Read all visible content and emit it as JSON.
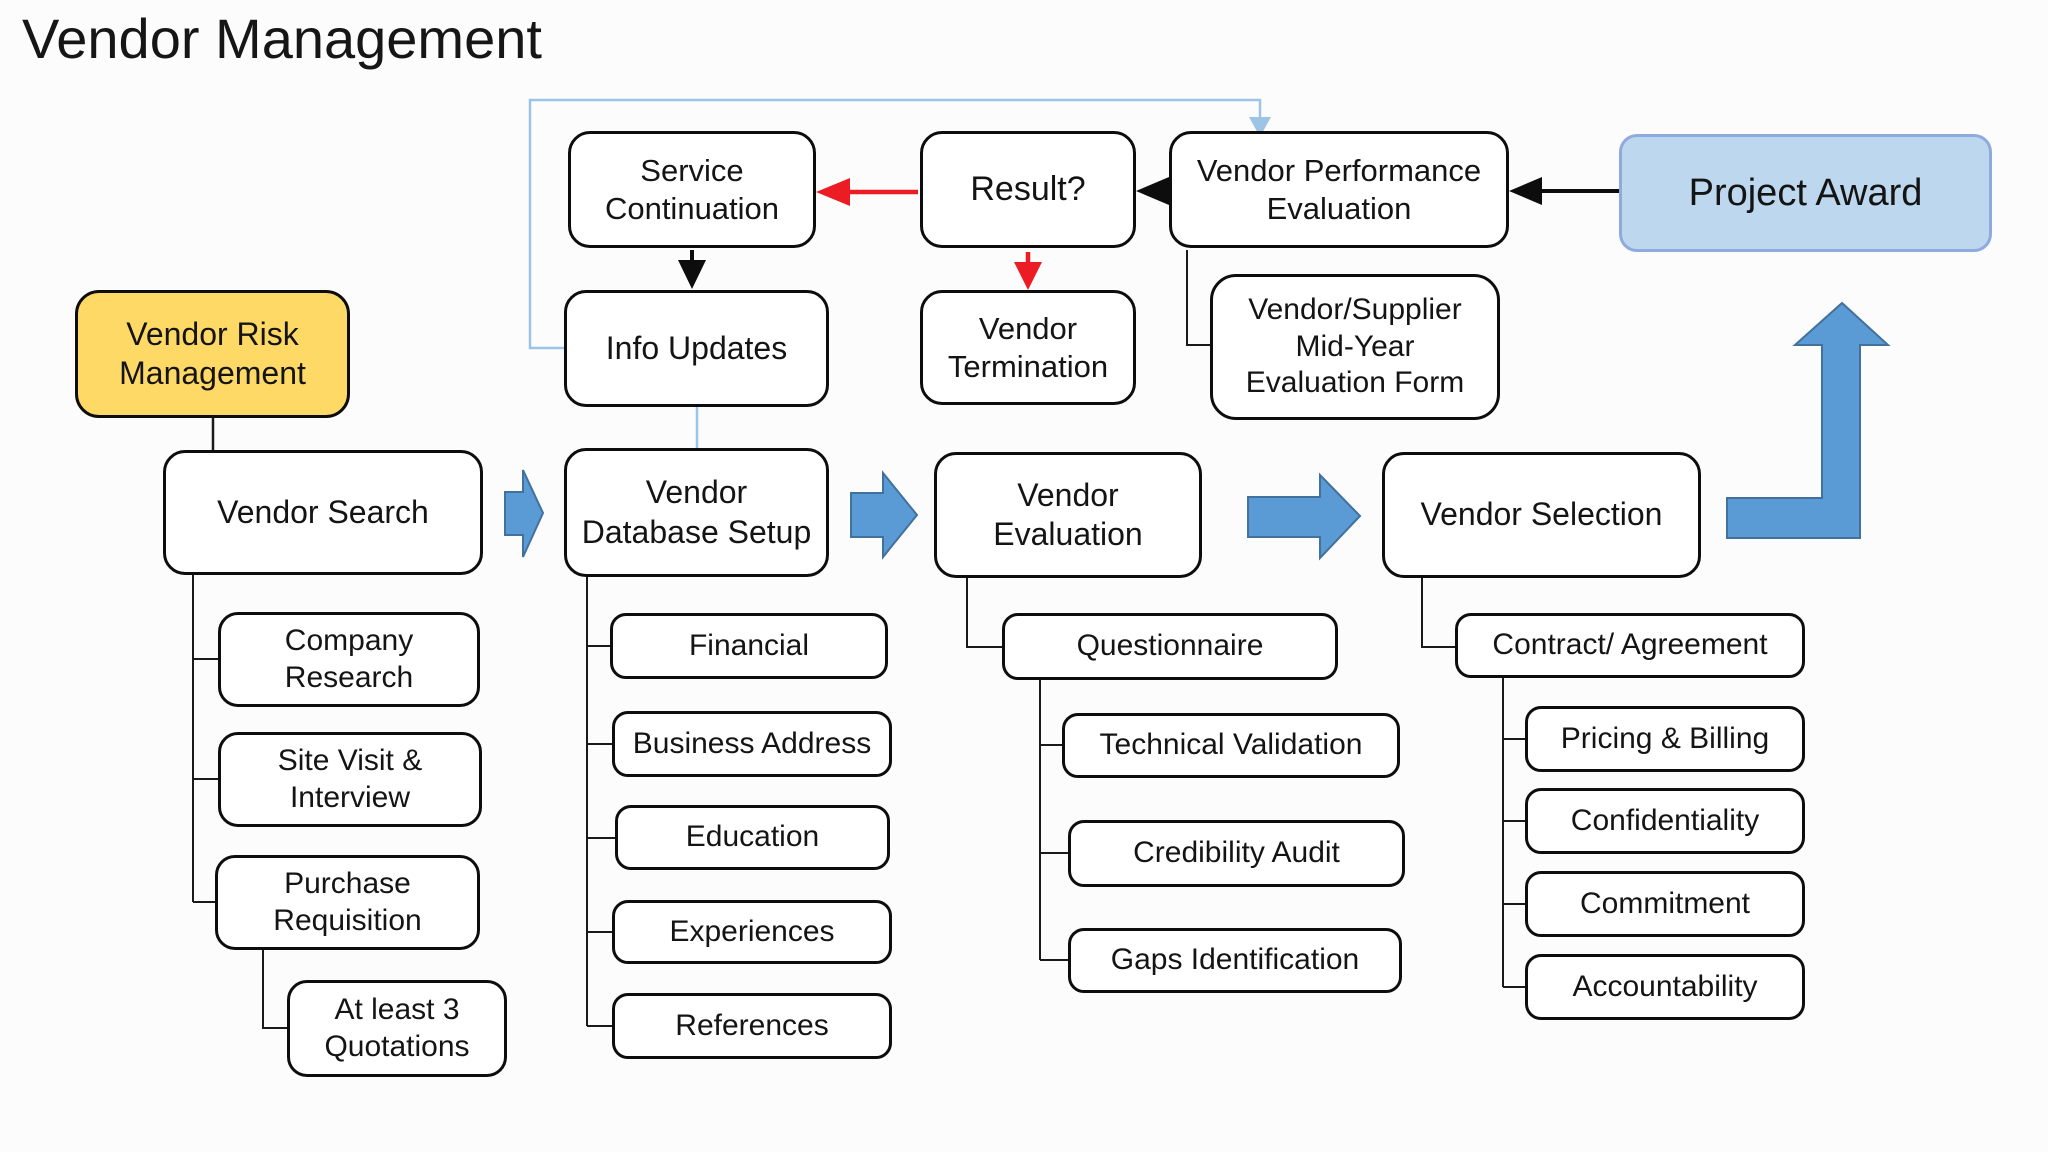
{
  "title": "Vendor Management",
  "colors": {
    "background": "#FCFCFC",
    "box_border": "#0D0D0D",
    "accent_yellow": "#FFD966",
    "accent_light_blue_fill": "#BDD7EE",
    "accent_light_blue_border": "#8FAADC",
    "flow_arrow_blue": "#5B9BD5",
    "flow_arrow_blue_border": "#41719C",
    "feedback_loop_blue": "#9DC3E6",
    "alert_red": "#EC1C24",
    "text": "#141414"
  },
  "nodes": {
    "vendor_risk_management": "Vendor Risk\nManagement",
    "service_continuation": "Service\nContinuation",
    "result": "Result?",
    "vendor_performance_evaluation": "Vendor Performance\nEvaluation",
    "project_award": "Project Award",
    "info_updates": "Info Updates",
    "vendor_termination": "Vendor\nTermination",
    "vendor_supplier_form": "Vendor/Supplier\nMid-Year\nEvaluation Form",
    "vendor_search": "Vendor Search",
    "vendor_database_setup": "Vendor\nDatabase Setup",
    "vendor_evaluation": "Vendor\nEvaluation",
    "vendor_selection": "Vendor Selection",
    "company_research": "Company\nResearch",
    "site_visit_interview": "Site Visit &\nInterview",
    "purchase_requisition": "Purchase\nRequisition",
    "quotations": "At least 3\nQuotations",
    "financial": "Financial",
    "business_address": "Business Address",
    "education": "Education",
    "experiences": "Experiences",
    "references": "References",
    "questionnaire": "Questionnaire",
    "technical_validation": "Technical Validation",
    "credibility_audit": "Credibility Audit",
    "gaps_identification": "Gaps Identification",
    "contract_agreement": "Contract/ Agreement",
    "pricing_billing": "Pricing & Billing",
    "confidentiality": "Confidentiality",
    "commitment": "Commitment",
    "accountability": "Accountability"
  },
  "edges": [
    {
      "from": "vendor_risk_management",
      "to": "vendor_search",
      "style": "plain-black"
    },
    {
      "from": "vendor_search",
      "to": "vendor_database_setup",
      "style": "block-arrow-blue"
    },
    {
      "from": "vendor_database_setup",
      "to": "vendor_evaluation",
      "style": "block-arrow-blue"
    },
    {
      "from": "vendor_evaluation",
      "to": "vendor_selection",
      "style": "block-arrow-blue"
    },
    {
      "from": "vendor_selection",
      "to": "project_award",
      "style": "bent-block-arrow-blue"
    },
    {
      "from": "project_award",
      "to": "vendor_performance_evaluation",
      "style": "arrow-black"
    },
    {
      "from": "vendor_performance_evaluation",
      "to": "result",
      "style": "arrow-black"
    },
    {
      "from": "result",
      "to": "service_continuation",
      "style": "arrow-red"
    },
    {
      "from": "result",
      "to": "vendor_termination",
      "style": "arrow-red"
    },
    {
      "from": "service_continuation",
      "to": "info_updates",
      "style": "arrow-black"
    },
    {
      "from": "info_updates",
      "to": "vendor_performance_evaluation",
      "style": "feedback-loop-blue"
    },
    {
      "from": "info_updates",
      "to": "vendor_database_setup",
      "style": "plain-blue"
    },
    {
      "from": "vendor_performance_evaluation",
      "to": "vendor_supplier_form",
      "style": "plain-black"
    },
    {
      "from": "vendor_search",
      "to": "company_research",
      "style": "tree"
    },
    {
      "from": "vendor_search",
      "to": "site_visit_interview",
      "style": "tree"
    },
    {
      "from": "vendor_search",
      "to": "purchase_requisition",
      "style": "tree"
    },
    {
      "from": "purchase_requisition",
      "to": "quotations",
      "style": "tree"
    },
    {
      "from": "vendor_database_setup",
      "to": "financial",
      "style": "tree"
    },
    {
      "from": "vendor_database_setup",
      "to": "business_address",
      "style": "tree"
    },
    {
      "from": "vendor_database_setup",
      "to": "education",
      "style": "tree"
    },
    {
      "from": "vendor_database_setup",
      "to": "experiences",
      "style": "tree"
    },
    {
      "from": "vendor_database_setup",
      "to": "references",
      "style": "tree"
    },
    {
      "from": "vendor_evaluation",
      "to": "questionnaire",
      "style": "tree"
    },
    {
      "from": "questionnaire",
      "to": "technical_validation",
      "style": "tree"
    },
    {
      "from": "questionnaire",
      "to": "credibility_audit",
      "style": "tree"
    },
    {
      "from": "questionnaire",
      "to": "gaps_identification",
      "style": "tree"
    },
    {
      "from": "vendor_selection",
      "to": "contract_agreement",
      "style": "tree"
    },
    {
      "from": "contract_agreement",
      "to": "pricing_billing",
      "style": "tree"
    },
    {
      "from": "contract_agreement",
      "to": "confidentiality",
      "style": "tree"
    },
    {
      "from": "contract_agreement",
      "to": "commitment",
      "style": "tree"
    },
    {
      "from": "contract_agreement",
      "to": "accountability",
      "style": "tree"
    }
  ]
}
